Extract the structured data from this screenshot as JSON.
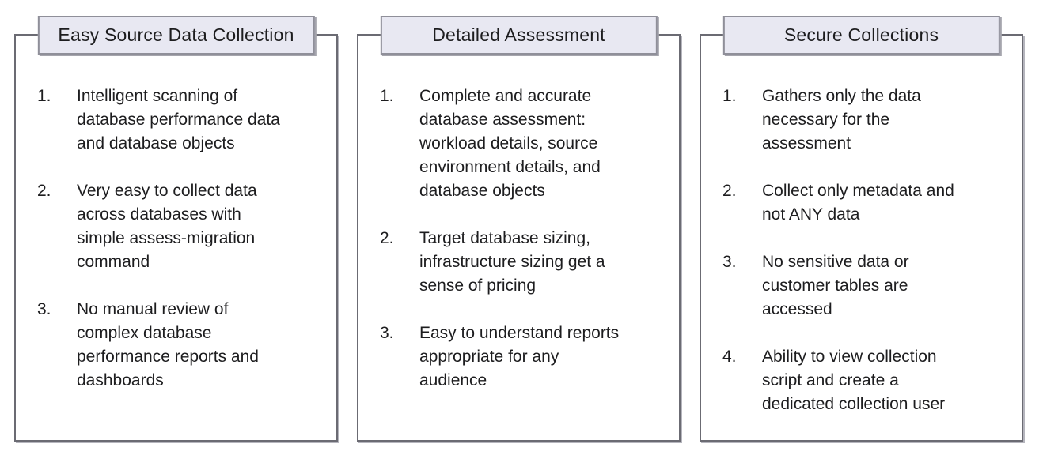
{
  "slide": {
    "background_color": "#ffffff",
    "header_fill_color": "#e8e8f2",
    "border_color": "#6b6b73",
    "text_color": "#1d1d1f"
  },
  "panels": [
    {
      "title": "Easy Source Data Collection",
      "items": [
        {
          "num": "1.",
          "text": "Intelligent scanning of database performance data and database objects"
        },
        {
          "num": "2.",
          "text": "Very easy to collect data across databases with simple assess-migration command"
        },
        {
          "num": "3.",
          "text": "No manual review of complex database performance reports and dashboards"
        }
      ]
    },
    {
      "title": "Detailed Assessment",
      "items": [
        {
          "num": "1.",
          "text": "Complete and accurate database assessment: workload details, source environment details, and database objects"
        },
        {
          "num": "2.",
          "text": "Target database sizing, infrastructure sizing get a sense of pricing"
        },
        {
          "num": "3.",
          "text": "Easy to understand reports appropriate for any audience"
        }
      ]
    },
    {
      "title": "Secure Collections",
      "items": [
        {
          "num": "1.",
          "text": "Gathers only the data necessary for the assessment"
        },
        {
          "num": "2.",
          "text": "Collect only metadata and not ANY data"
        },
        {
          "num": "3.",
          "text": "No sensitive data or customer tables are accessed"
        },
        {
          "num": "4.",
          "text": "Ability to view collection script and create a dedicated collection user"
        }
      ]
    }
  ]
}
